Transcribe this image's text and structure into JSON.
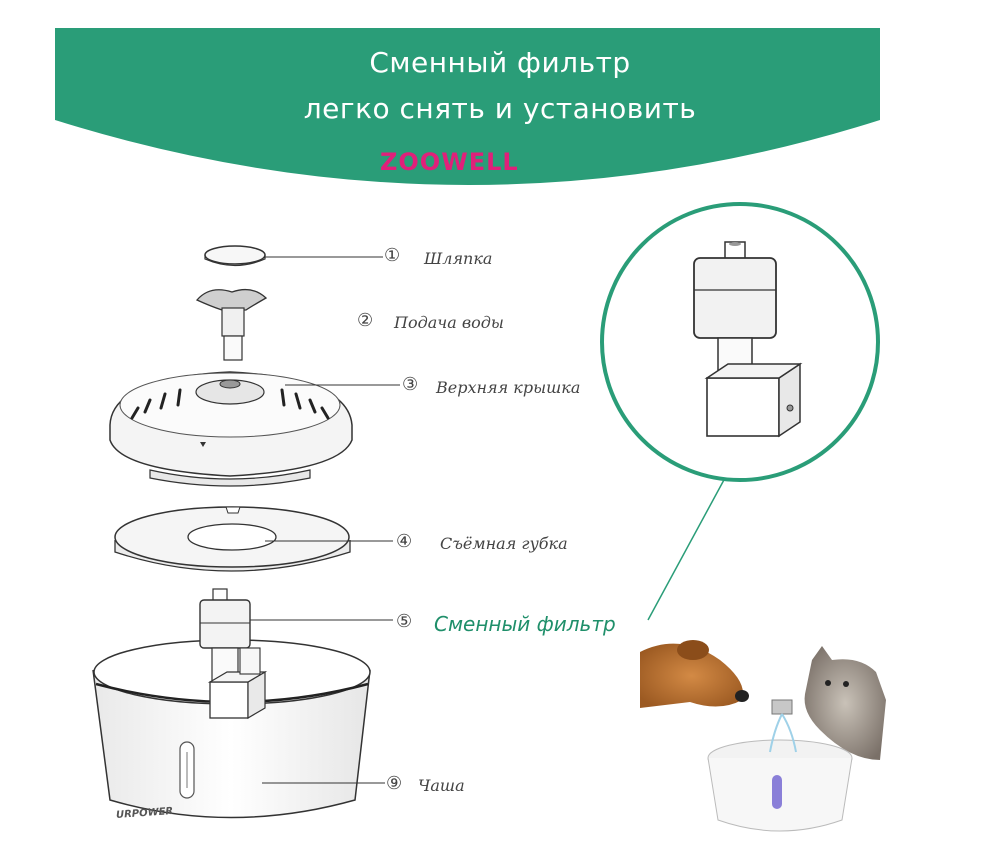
{
  "header": {
    "title_line1": "Сменный фильтр",
    "title_line2": "легко снять и установить",
    "brand_a": "ZOO",
    "brand_b": "WELL",
    "banner_color": "#2a9d78"
  },
  "parts": [
    {
      "num": "①",
      "label": "Шляпка"
    },
    {
      "num": "②",
      "label": "Подача воды"
    },
    {
      "num": "③",
      "label": "Верхняя крышка"
    },
    {
      "num": "④",
      "label": "Съёмная губка"
    },
    {
      "num": "⑤",
      "label": "Сменный фильтр"
    },
    {
      "num": "⑨",
      "label": "Чаша"
    }
  ],
  "bowl_brand": "URPOWER",
  "accent_color": "#1f8f6a"
}
